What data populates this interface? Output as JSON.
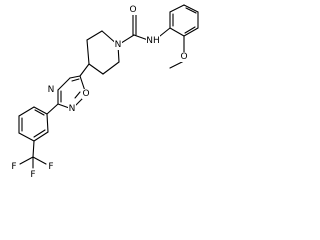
{
  "molecule": {
    "atom_labels": {
      "carbonyl_oxygen": "O",
      "amide_nitrogen": "NH",
      "methoxy_oxygen": "O",
      "piperidine_nitrogen": "N",
      "oxadiazole_nitrogen_left": "N",
      "oxadiazole_oxygen": "O",
      "oxadiazole_nitrogen_bottom": "N",
      "fluorine_left": "F",
      "fluorine_bottom": "F",
      "fluorine_right": "F"
    }
  }
}
